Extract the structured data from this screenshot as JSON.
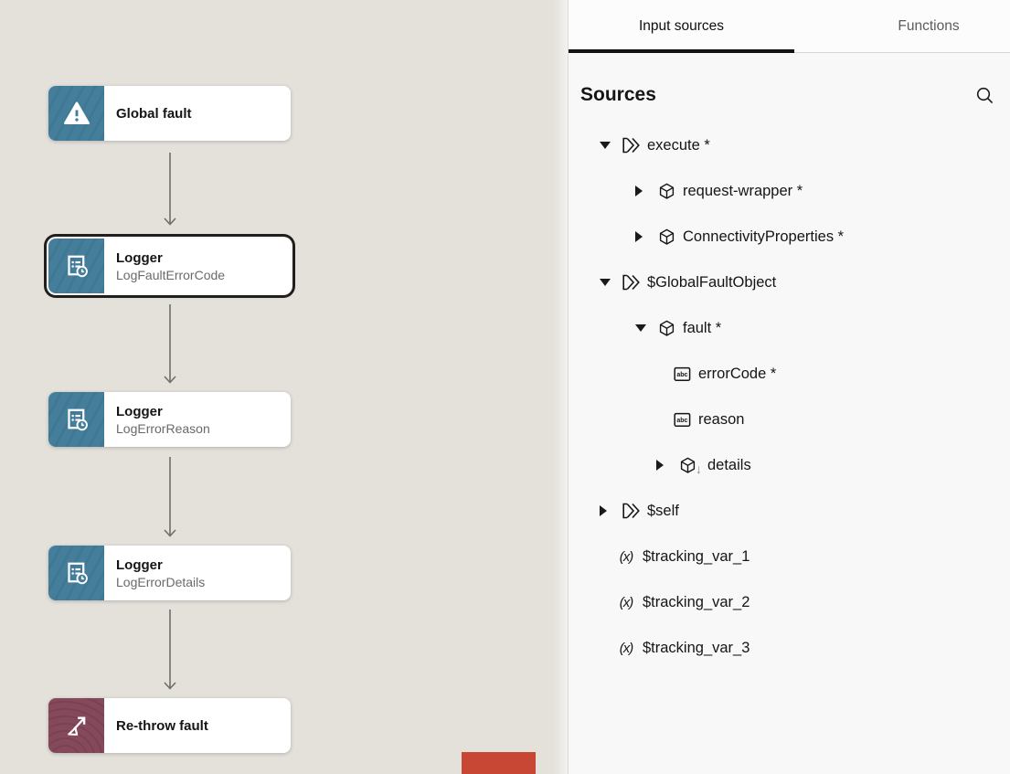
{
  "colors": {
    "canvas_bg": "#e4e1db",
    "panel_bg": "#f8f8f8",
    "node_icon_teal": "#447e9b",
    "node_icon_maroon": "#85495c",
    "selection_ring": "#201f1d",
    "tab_underline": "#131313",
    "red_shape": "#c74634",
    "connector_gray": "#6f6e6c"
  },
  "canvas": {
    "nodes": [
      {
        "title": "Global fault",
        "subtitle": "",
        "icon": "warning-triangle-icon",
        "style": "teal",
        "selected": false
      },
      {
        "title": "Logger",
        "subtitle": "LogFaultErrorCode",
        "icon": "logger-icon",
        "style": "teal",
        "selected": true
      },
      {
        "title": "Logger",
        "subtitle": "LogErrorReason",
        "icon": "logger-icon",
        "style": "teal",
        "selected": false
      },
      {
        "title": "Logger",
        "subtitle": "LogErrorDetails",
        "icon": "logger-icon",
        "style": "teal",
        "selected": false
      },
      {
        "title": "Re-throw fault",
        "subtitle": "",
        "icon": "rethrow-arrow-icon",
        "style": "maroon",
        "selected": false
      }
    ]
  },
  "panel": {
    "tabs": [
      {
        "label": "Input sources",
        "active": true
      },
      {
        "label": "Functions",
        "active": false
      }
    ],
    "sources_title": "Sources",
    "search_icon": "magnifier",
    "tree": [
      {
        "label": "execute *",
        "icon": "message",
        "level": 0,
        "expander": "down"
      },
      {
        "label": "request-wrapper *",
        "icon": "object",
        "level": 1,
        "expander": "right"
      },
      {
        "label": "ConnectivityProperties *",
        "icon": "object",
        "level": 1,
        "expander": "right"
      },
      {
        "label": "$GlobalFaultObject",
        "icon": "message",
        "level": 0,
        "expander": "down"
      },
      {
        "label": "fault *",
        "icon": "object",
        "level": 1,
        "expander": "down"
      },
      {
        "label": "errorCode *",
        "icon": "string",
        "level": 2,
        "expander": "none"
      },
      {
        "label": "reason",
        "icon": "string",
        "level": 2,
        "expander": "none"
      },
      {
        "label": "details",
        "icon": "object-any",
        "level": 2,
        "expander": "right"
      },
      {
        "label": "$self",
        "icon": "message",
        "level": 0,
        "expander": "right"
      },
      {
        "label": "$tracking_var_1",
        "icon": "variable",
        "level": 0,
        "expander": "none"
      },
      {
        "label": "$tracking_var_2",
        "icon": "variable",
        "level": 0,
        "expander": "none"
      },
      {
        "label": "$tracking_var_3",
        "icon": "variable",
        "level": 0,
        "expander": "none"
      }
    ]
  }
}
